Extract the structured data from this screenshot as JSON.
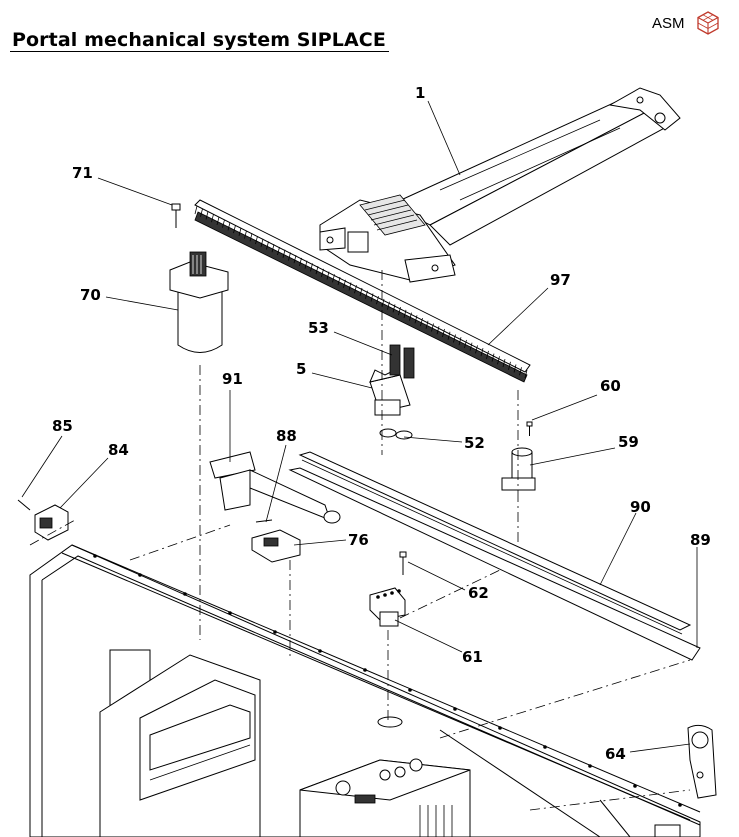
{
  "header": {
    "title": "Portal mechanical system SIPLACE",
    "logo_text": "ASM"
  },
  "callouts": {
    "c1": "1",
    "c71": "71",
    "c70": "70",
    "c97": "97",
    "c53": "53",
    "c5": "5",
    "c91": "91",
    "c60": "60",
    "c59": "59",
    "c52": "52",
    "c85": "85",
    "c84": "84",
    "c88": "88",
    "c76": "76",
    "c90": "90",
    "c89": "89",
    "c62": "62",
    "c61": "61",
    "c64": "64"
  }
}
